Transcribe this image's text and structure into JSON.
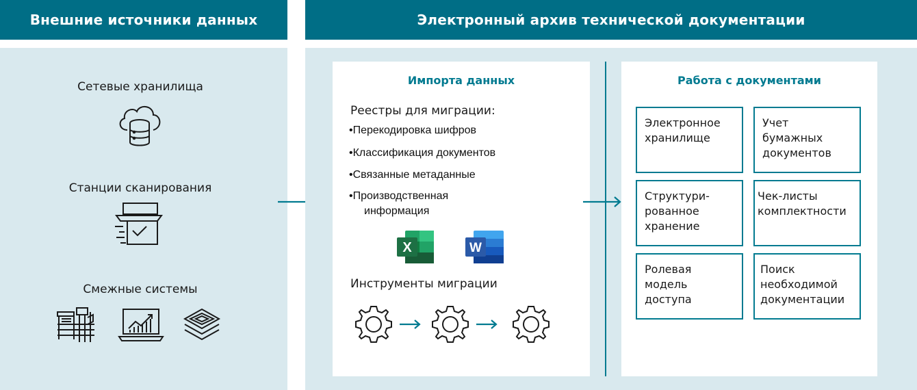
{
  "left_panel": {
    "header": "Внешние источники данных",
    "sources": [
      {
        "label": "Сетевые хранилища",
        "icon": "cloud-database-icon"
      },
      {
        "label": "Станции сканирования",
        "icon": "scanner-icon"
      },
      {
        "label": "Смежные системы",
        "icon": "systems-icon"
      }
    ]
  },
  "right_panel": {
    "header": "Электронный архив технической документации",
    "import_card": {
      "title": "Импорта данных",
      "registries_title": "Реестры для миграции:",
      "registries": [
        "•Перекодировка шифров",
        "•Классификация документов",
        "•Связанные метаданные",
        "•Производственная",
        "информация"
      ],
      "apps": [
        {
          "letter": "X",
          "icon": "excel-icon",
          "color": "#1d7044"
        },
        {
          "letter": "W",
          "icon": "word-icon",
          "color": "#2b5aa8"
        }
      ],
      "tools_title": "Инструменты миграции"
    },
    "docs_card": {
      "title": "Работа с документами",
      "boxes": [
        [
          "Электронное",
          "хранилище"
        ],
        [
          "Учет",
          "бумажных",
          "документов"
        ],
        [
          "Структури-",
          "рованное",
          "хранение"
        ],
        [
          "Чек-листы",
          "комплектности"
        ],
        [
          "Ролевая",
          "модель",
          "доступа"
        ],
        [
          "Поиск",
          "необходимой",
          "документации"
        ]
      ]
    }
  },
  "colors": {
    "header": "#006e86",
    "panel": "#d9e9ee",
    "accent": "#007a90"
  }
}
